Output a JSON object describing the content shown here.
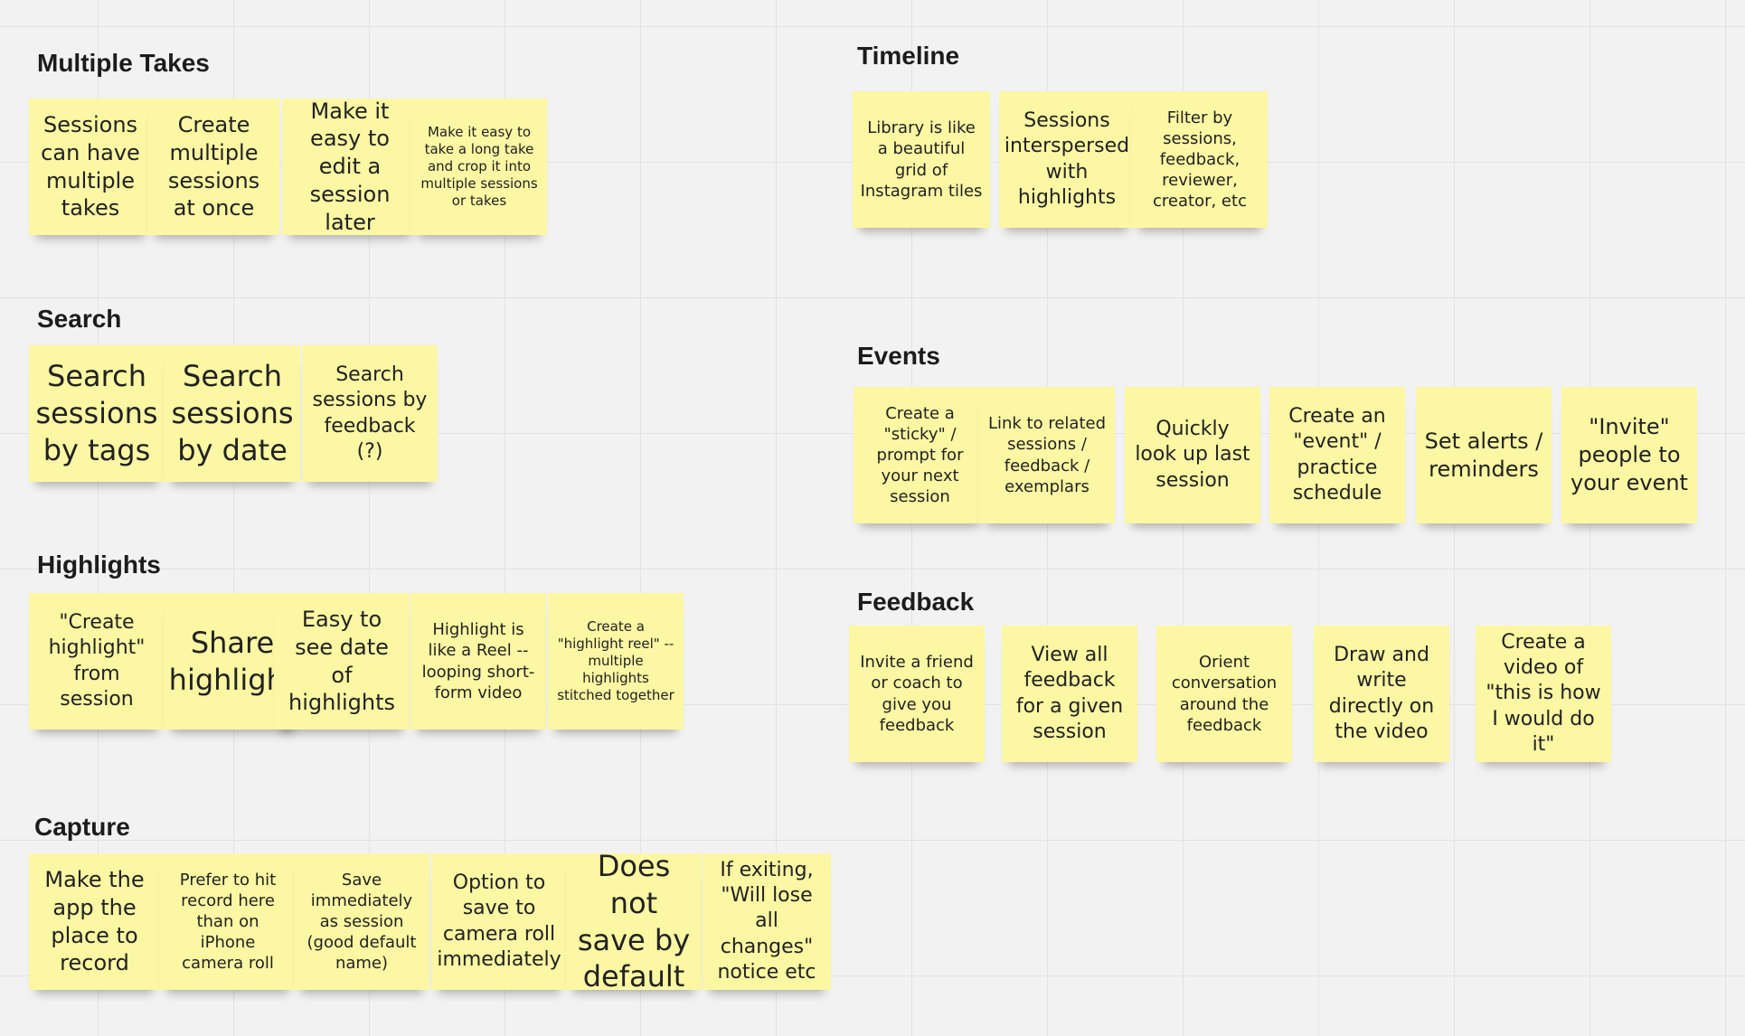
{
  "colors": {
    "note": "#fcf7a3",
    "grid": "#e2e2e2",
    "canvas": "#f2f2f2",
    "title": "#1c1c1c"
  },
  "sections": [
    {
      "id": "multiple-takes",
      "title": "Multiple Takes",
      "notes": [
        {
          "text": "Sessions can have multiple takes",
          "size": "l"
        },
        {
          "text": "Create multiple sessions at once",
          "size": "l"
        },
        {
          "text": "Make it easy to edit a session later",
          "size": "l"
        },
        {
          "text": "Make it easy to take a long take and crop it into multiple sessions or takes",
          "size": "xs"
        }
      ]
    },
    {
      "id": "search",
      "title": "Search",
      "notes": [
        {
          "text": "Search sessions by tags",
          "size": "xl"
        },
        {
          "text": "Search sessions by date",
          "size": "xl"
        },
        {
          "text": "Search sessions by feedback (?)",
          "size": "m"
        }
      ]
    },
    {
      "id": "highlights",
      "title": "Highlights",
      "notes": [
        {
          "text": "\"Create highlight\" from session",
          "size": "m"
        },
        {
          "text": "Share highlight",
          "size": "xl"
        },
        {
          "text": "Easy to see date of highlights",
          "size": "l"
        },
        {
          "text": "Highlight is like a Reel -- looping short-form video",
          "size": "s"
        },
        {
          "text": "Create a \"highlight reel\" -- multiple highlights stitched together",
          "size": "xs"
        }
      ]
    },
    {
      "id": "capture",
      "title": "Capture",
      "notes": [
        {
          "text": "Make the app the place to record",
          "size": "l"
        },
        {
          "text": "Prefer to hit record here than on iPhone camera roll",
          "size": "s"
        },
        {
          "text": "Save immediately as session (good default name)",
          "size": "s"
        },
        {
          "text": "Option to save to camera roll immediately",
          "size": "m"
        },
        {
          "text": "Does not save by default",
          "size": "xl"
        },
        {
          "text": "If exiting, \"Will lose all changes\" notice etc",
          "size": "m"
        }
      ]
    },
    {
      "id": "timeline",
      "title": "Timeline",
      "notes": [
        {
          "text": "Library is like a beautiful grid of Instagram tiles",
          "size": "s"
        },
        {
          "text": "Sessions interspersed with highlights",
          "size": "m"
        },
        {
          "text": "Filter by sessions, feedback, reviewer, creator, etc",
          "size": "s"
        }
      ]
    },
    {
      "id": "events",
      "title": "Events",
      "notes": [
        {
          "text": "Create a \"sticky\" / prompt for your next session",
          "size": "s"
        },
        {
          "text": "Link to related sessions / feedback / exemplars",
          "size": "s"
        },
        {
          "text": "Quickly look up last session",
          "size": "m"
        },
        {
          "text": "Create an \"event\" / practice schedule",
          "size": "m"
        },
        {
          "text": "Set alerts / reminders",
          "size": "l"
        },
        {
          "text": "\"Invite\" people to your event",
          "size": "l"
        }
      ]
    },
    {
      "id": "feedback",
      "title": "Feedback",
      "notes": [
        {
          "text": "Invite a friend or coach to give you feedback",
          "size": "s"
        },
        {
          "text": "View all feedback for a given session",
          "size": "m"
        },
        {
          "text": "Orient conversation around the feedback",
          "size": "s"
        },
        {
          "text": "Draw and write directly on the video",
          "size": "m"
        },
        {
          "text": "Create a video of \"this is how I would do it\"",
          "size": "m"
        }
      ]
    }
  ]
}
